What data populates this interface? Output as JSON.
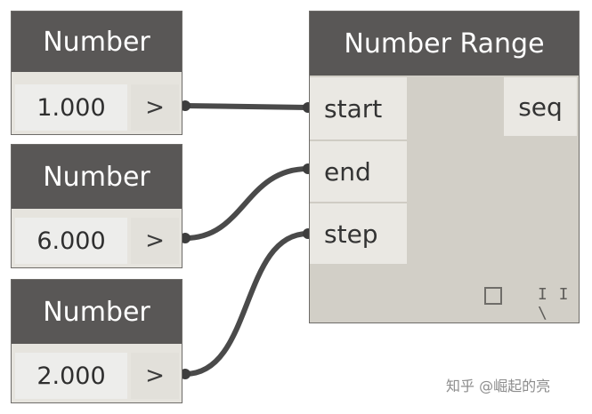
{
  "number_nodes": [
    {
      "title": "Number",
      "value": "1.000",
      "arrow": ">"
    },
    {
      "title": "Number",
      "value": "6.000",
      "arrow": ">"
    },
    {
      "title": "Number",
      "value": "2.000",
      "arrow": ">"
    }
  ],
  "range_node": {
    "title": "Number Range",
    "inputs": [
      "start",
      "end",
      "step"
    ],
    "output": "seq",
    "lacing_symbol": "□",
    "lacing_label": "I I \\"
  },
  "colors": {
    "header": "#595756",
    "node_body": "#e6e4de",
    "wire": "#4a4a4a",
    "range_body": "#d2cfc7"
  },
  "watermark": "知乎 @崛起的亮"
}
